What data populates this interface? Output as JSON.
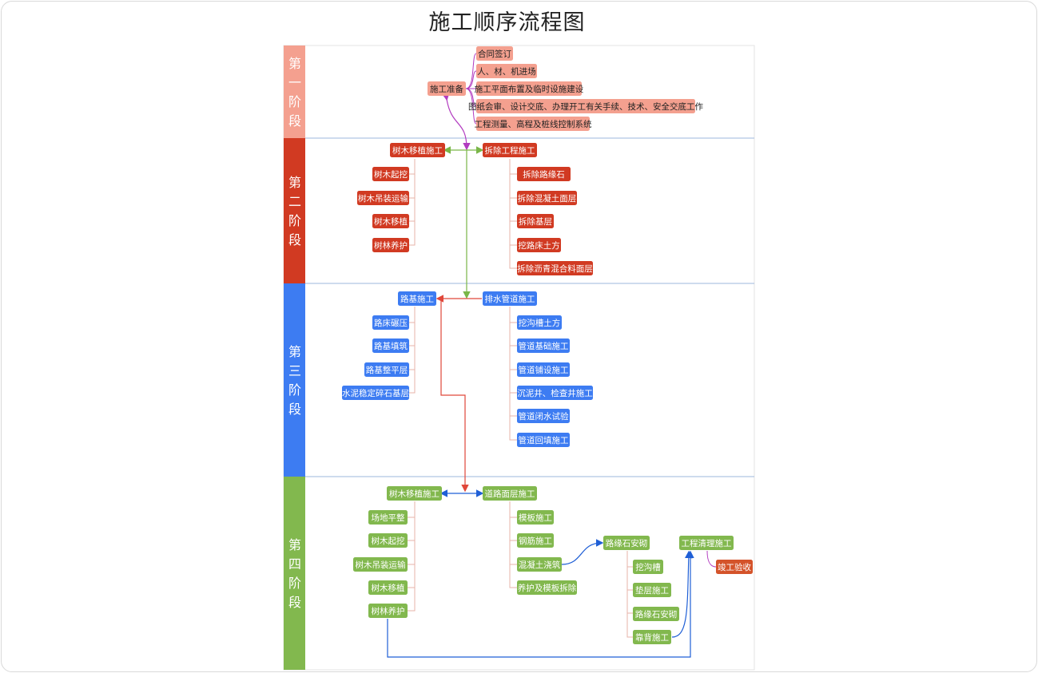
{
  "title": "施工顺序流程图",
  "colors": {
    "stage1": "#f4a08f",
    "stage2": "#d13a22",
    "stage3": "#3d7cf2",
    "stage4": "#82b84e",
    "finish": "#d4532a"
  },
  "stages": [
    {
      "label": "第\n一\n阶\n段"
    },
    {
      "label": "第\n二\n阶\n段"
    },
    {
      "label": "第\n三\n阶\n段"
    },
    {
      "label": "第\n四\n阶\n段"
    }
  ],
  "nodes": {
    "s1_main": "施工准备",
    "s1_a": "合同签订",
    "s1_b": "人、材、机进场",
    "s1_c": "施工平面布置及临时设施建设",
    "s1_d": "图纸会审、设计交底、办理开工有关手续、技术、安全交底工作",
    "s1_e": "工程测量、高程及桩线控制系统",
    "s2_left": "树木移植施工",
    "s2_l1": "树木起挖",
    "s2_l2": "树木吊装运输",
    "s2_l3": "树木移植",
    "s2_l4": "树林养护",
    "s2_right": "拆除工程施工",
    "s2_r1": "拆除路缘石",
    "s2_r2": "拆除混凝土面层",
    "s2_r3": "拆除基层",
    "s2_r4": "挖路床土方",
    "s2_r5": "拆除沥青混合料面层",
    "s3_left": "路基施工",
    "s3_l1": "路床碾压",
    "s3_l2": "路基填筑",
    "s3_l3": "路基整平层",
    "s3_l4": "水泥稳定碎石基层",
    "s3_right": "排水管道施工",
    "s3_r1": "挖沟槽土方",
    "s3_r2": "管道基础施工",
    "s3_r3": "管道铺设施工",
    "s3_r4": "沉泥井、检查井施工",
    "s3_r5": "管道闭水试验",
    "s3_r6": "管道回填施工",
    "s4_left": "树木移植施工",
    "s4_l1": "场地平整",
    "s4_l2": "树木起挖",
    "s4_l3": "树木吊装运输",
    "s4_l4": "树木移植",
    "s4_l5": "树林养护",
    "s4_mid": "道路面层施工",
    "s4_m1": "模板施工",
    "s4_m2": "钢筋施工",
    "s4_m3": "混凝土浇筑",
    "s4_m4": "养护及模板拆除",
    "s4_curb": "路缘石安砌",
    "s4_c1": "挖沟槽",
    "s4_c2": "垫层施工",
    "s4_c3": "路缘石安砌",
    "s4_c4": "靠背施工",
    "s4_clean": "工程清理施工",
    "s4_done": "竣工验收"
  }
}
